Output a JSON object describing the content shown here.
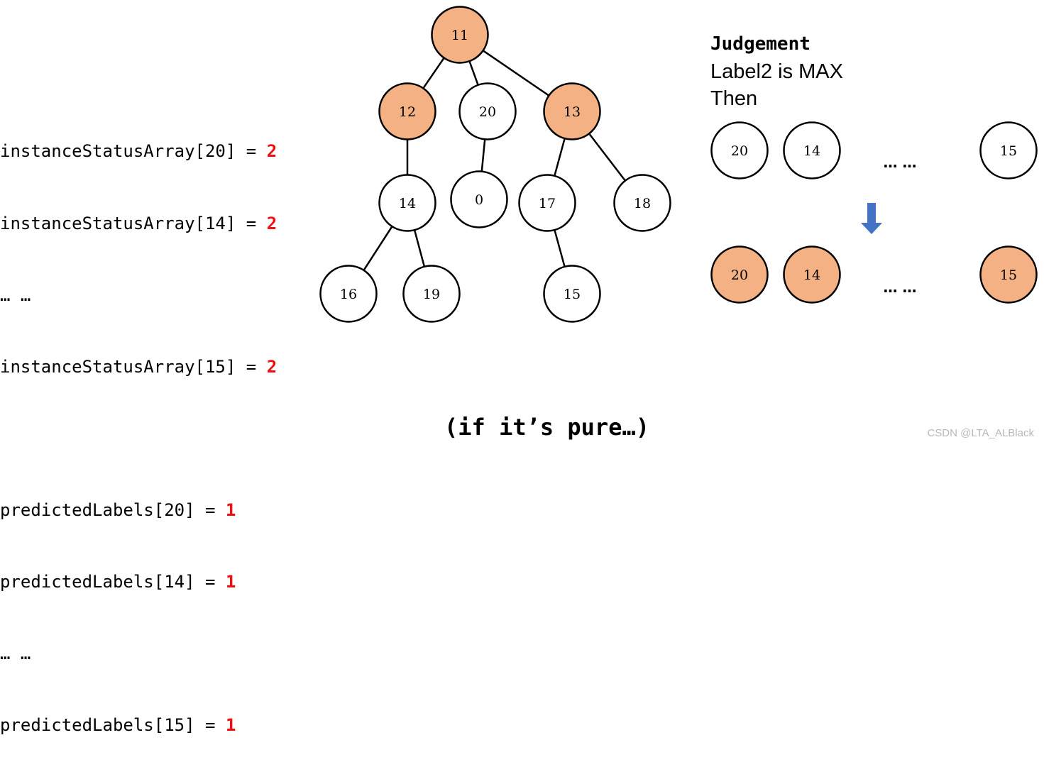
{
  "code": {
    "lines": [
      {
        "text": "instanceStatusArray[20] = ",
        "value": "2"
      },
      {
        "text": "instanceStatusArray[14] = ",
        "value": "2"
      },
      {
        "text": "… …",
        "value": ""
      },
      {
        "text": "instanceStatusArray[15] = ",
        "value": "2"
      },
      {
        "text": "predictedLabels[20] = ",
        "value": "1"
      },
      {
        "text": "predictedLabels[14] = ",
        "value": "1"
      },
      {
        "text": "… …",
        "value": ""
      },
      {
        "text": "predictedLabels[15] = ",
        "value": "1"
      }
    ]
  },
  "tree": {
    "nodes": [
      {
        "id": "n11",
        "label": "11",
        "highlight": true
      },
      {
        "id": "n12",
        "label": "12",
        "highlight": true
      },
      {
        "id": "n20",
        "label": "20",
        "highlight": false
      },
      {
        "id": "n13",
        "label": "13",
        "highlight": true
      },
      {
        "id": "n14",
        "label": "14",
        "highlight": false
      },
      {
        "id": "n0",
        "label": "0",
        "highlight": false
      },
      {
        "id": "n17",
        "label": "17",
        "highlight": false
      },
      {
        "id": "n18",
        "label": "18",
        "highlight": false
      },
      {
        "id": "n16",
        "label": "16",
        "highlight": false
      },
      {
        "id": "n19",
        "label": "19",
        "highlight": false
      },
      {
        "id": "n15",
        "label": "15",
        "highlight": false
      }
    ],
    "edges": [
      [
        "n11",
        "n12"
      ],
      [
        "n11",
        "n20"
      ],
      [
        "n11",
        "n13"
      ],
      [
        "n12",
        "n14"
      ],
      [
        "n20",
        "n0"
      ],
      [
        "n13",
        "n17"
      ],
      [
        "n13",
        "n18"
      ],
      [
        "n14",
        "n16"
      ],
      [
        "n14",
        "n19"
      ],
      [
        "n17",
        "n15"
      ]
    ]
  },
  "judgement": {
    "title": "Judgement",
    "condition": "Label2 is MAX",
    "then": "Then",
    "before_nodes": [
      "20",
      "14",
      "15"
    ],
    "after_nodes": [
      "20",
      "14",
      "15"
    ],
    "ellipsis": "… …",
    "arrow_icon": "down-arrow-icon"
  },
  "caption": "(if it’s pure…)",
  "watermark": "CSDN @LTA_ALBlack",
  "colors": {
    "highlight_fill": "#f4b183",
    "value_red": "#ee1111",
    "arrow_blue": "#4472c4"
  }
}
